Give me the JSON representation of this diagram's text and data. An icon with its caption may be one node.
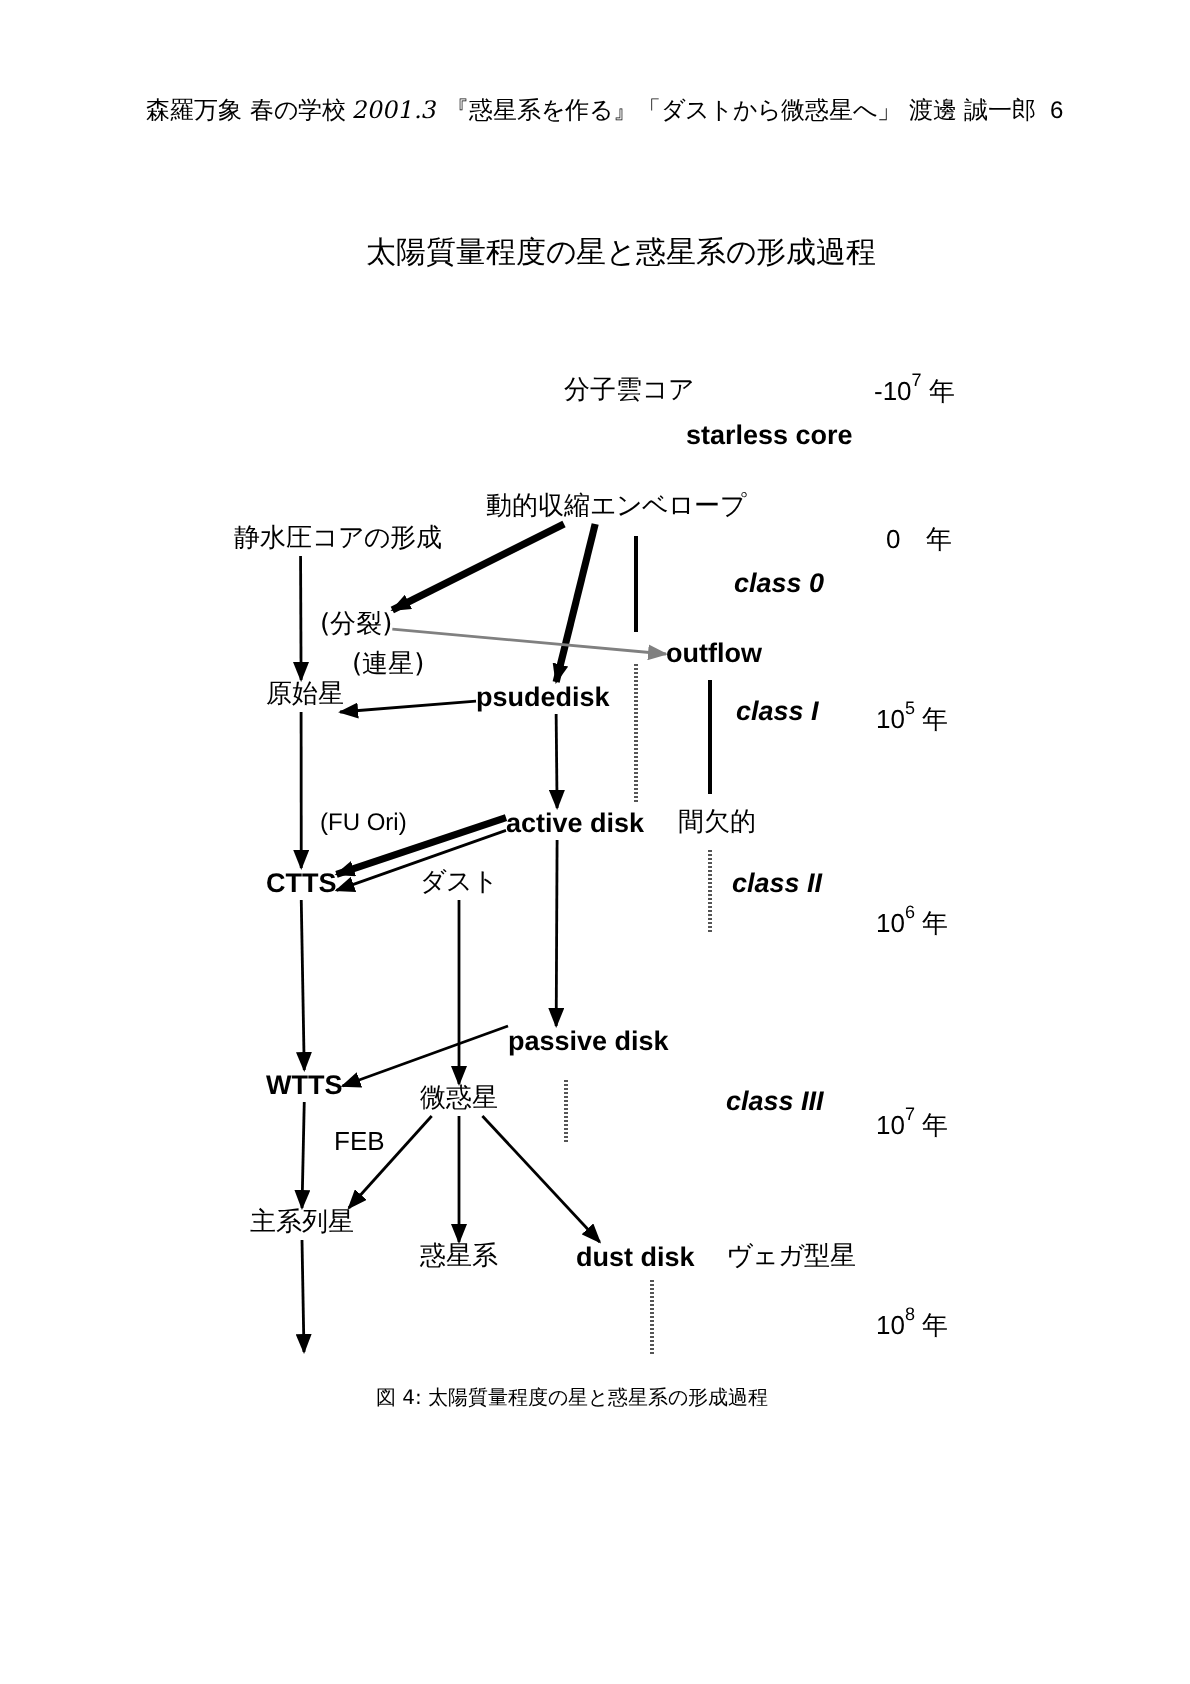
{
  "diagram": {
    "title": "太陽質量程度の星と惑星系の形成過程",
    "caption": "図 4: 太陽質量程度の星と惑星系の形成過程",
    "nodes": [
      {
        "text": [
          "動的収縮エンベロープ"
        ]
      },
      {
        "text": [
          "静水圧コアの形成"
        ]
      },
      {
        "text": [
          "(分裂)"
        ]
      },
      {
        "text": [
          "outflow"
        ]
      },
      {
        "text": [
          "原始星"
        ]
      },
      {
        "text": [
          "psudedisk"
        ]
      },
      {
        "text": [
          "CTTS"
        ]
      },
      {
        "text": [
          "active disk"
        ]
      },
      {
        "text": [
          "ダスト"
        ]
      },
      {
        "text": [
          "passive disk"
        ]
      },
      {
        "text": [
          "WTTS"
        ]
      },
      {
        "text": [
          "微惑星"
        ]
      },
      {
        "text": [
          "主系列星"
        ]
      },
      {
        "text": [
          "惑星系"
        ]
      },
      {
        "text": [
          "dust disk"
        ]
      }
    ],
    "edges": [
      {
        "from": 0,
        "to": 2,
        "arrow": "to",
        "style": "thick"
      },
      {
        "from": 0,
        "to": 5,
        "arrow": "to",
        "style": "thick"
      },
      {
        "from": 2,
        "to": 3,
        "arrow": "to",
        "color": "#808080"
      },
      {
        "from": 1,
        "to": 4,
        "arrow": "to"
      },
      {
        "from": 5,
        "to": 4,
        "arrow": "to"
      },
      {
        "from": 4,
        "to": 6,
        "arrow": "to"
      },
      {
        "from": 7,
        "to": 6,
        "arrow": "to",
        "style": "thick"
      },
      {
        "from": 7,
        "to": 6,
        "arrow": "to"
      },
      {
        "from": 5,
        "to": 7,
        "arrow": "to"
      },
      {
        "from": 8,
        "to": 11,
        "arrow": "to"
      },
      {
        "from": 7,
        "to": 9,
        "arrow": "to"
      },
      {
        "from": 6,
        "to": 10,
        "arrow": "to"
      },
      {
        "from": 9,
        "to": 10,
        "arrow": "to"
      },
      {
        "from": 10,
        "to": 12,
        "arrow": "to"
      },
      {
        "from": 11,
        "to": 12,
        "arrow": "to"
      },
      {
        "from": 11,
        "to": 13,
        "arrow": "to"
      },
      {
        "from": 11,
        "to": 14,
        "arrow": "to"
      },
      {
        "from": 12,
        "to": null,
        "arrow": "to"
      }
    ],
    "labels": [
      "森羅万象 春の学校 *2001.3* 『惑星系を作る』「ダストから微惑星へ」 渡邊 誠一郎",
      "6",
      "分子雲コア",
      "-10$^{7}$ 年",
      "starless core",
      "0　年",
      "class 0",
      "(連星)",
      "class I",
      "10$^{5}$ 年",
      "(FU Ori)",
      "間欠的",
      "class II",
      "10$^{6}$ 年",
      "class III",
      "10$^{7}$ 年",
      "FEB",
      "ヴェガ型星",
      "10$^{8}$ 年"
    ]
  }
}
